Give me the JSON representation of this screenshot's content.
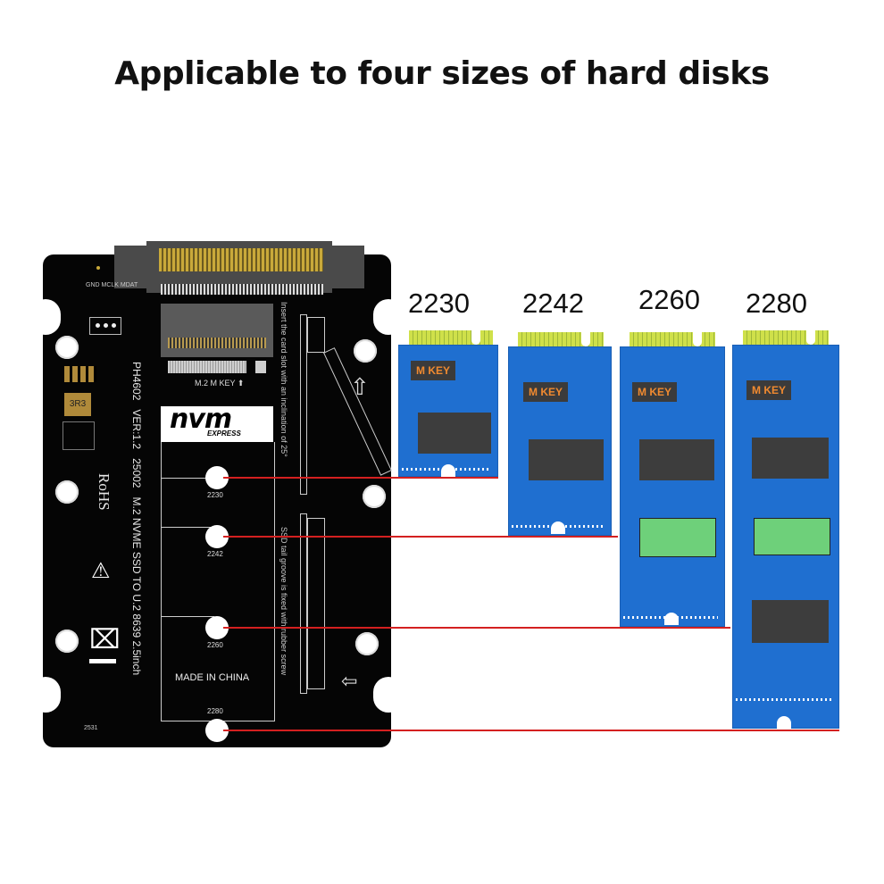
{
  "title": "Applicable to four sizes of hard disks",
  "adapter": {
    "model": "PH4602",
    "version": "VER:1.2",
    "code": "25002",
    "description": "M.2 NVME SSD TO U.2 8639 2.5inch",
    "rohs": "RoHS",
    "made_in": "MADE IN CHINA",
    "slot_label": "M.2 M KEY",
    "logo_main": "nvm",
    "logo_sub": "EXPRESS",
    "inductor": "3R3",
    "serial": "2531",
    "header_labels": [
      "GND",
      "MCLK",
      "MDAT"
    ],
    "instruction_top": "Insert the card slot with an inclination of 25°",
    "instruction_bottom": "SSD tail groove is fixed with rubber screw",
    "mount_labels": [
      "2230",
      "2242",
      "2260",
      "2280"
    ]
  },
  "cards": [
    {
      "size": "2230",
      "key_label": "M KEY"
    },
    {
      "size": "2242",
      "key_label": "M KEY"
    },
    {
      "size": "2260",
      "key_label": "M KEY"
    },
    {
      "size": "2280",
      "key_label": "M KEY"
    }
  ],
  "colors": {
    "pcb_board": "#050505",
    "card_blue": "#1f6fd0",
    "leader_line": "#d42020",
    "gold_fingers": "#c9a93a",
    "mkey_text": "#f08a30"
  }
}
